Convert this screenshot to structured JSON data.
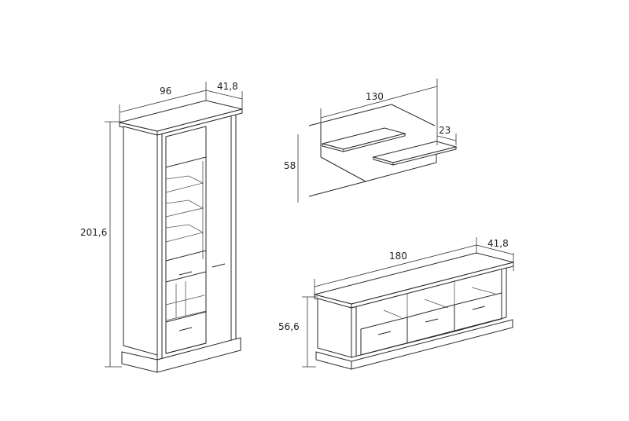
{
  "diagram": {
    "type": "furniture-dimension-drawing",
    "units_implied": "cm",
    "items": [
      {
        "name": "tall-display-cabinet",
        "dimensions": {
          "width": "96",
          "depth": "41,8",
          "height": "201,6"
        }
      },
      {
        "name": "wall-shelf",
        "dimensions": {
          "width": "130",
          "depth": "23",
          "height": "58"
        }
      },
      {
        "name": "tv-unit",
        "dimensions": {
          "width": "180",
          "depth": "41,8",
          "height": "56,6"
        }
      }
    ]
  },
  "colors": {
    "line": "#2a2a2a",
    "background": "#ffffff"
  }
}
